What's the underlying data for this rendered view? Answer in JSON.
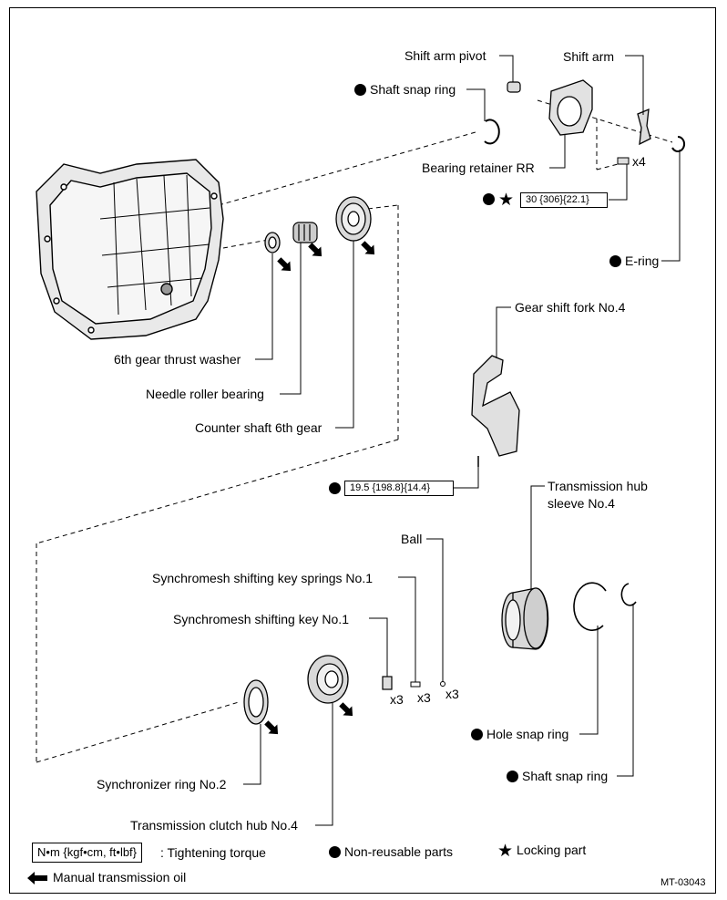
{
  "labels": {
    "shift_arm_pivot": "Shift arm pivot",
    "shift_arm": "Shift arm",
    "shaft_snap_ring_top": "Shaft snap ring",
    "bearing_retainer_rr": "Bearing retainer RR",
    "x4": "x4",
    "torque_bearing_retainer": "30 {306}{22.1}",
    "e_ring": "E-ring",
    "sixth_gear_thrust_washer": "6th gear thrust washer",
    "needle_roller_bearing": "Needle roller bearing",
    "counter_shaft_6th_gear": "Counter shaft 6th gear",
    "gear_shift_fork_no4": "Gear shift fork No.4",
    "torque_shift_fork": "19.5 {198.8}{14.4}",
    "transmission_hub_sleeve_line1": "Transmission hub",
    "transmission_hub_sleeve_line2": "sleeve No.4",
    "ball": "Ball",
    "key_springs": "Synchromesh shifting key springs No.1",
    "shifting_key": "Synchromesh shifting key No.1",
    "x3_key": "x3",
    "x3_spring": "x3",
    "x3_ball": "x3",
    "hole_snap_ring": "Hole snap ring",
    "shaft_snap_ring_bottom": "Shaft snap ring",
    "synchronizer_ring": "Synchronizer ring No.2",
    "clutch_hub": "Transmission clutch hub No.4"
  },
  "legend": {
    "torque_unit": "N•m {kgf•cm, ft•lbf}",
    "torque_desc": ": Tightening torque",
    "non_reusable": "Non-reusable parts",
    "locking": "Locking part",
    "oil": "Manual transmission oil"
  },
  "figure_code": "MT-03043"
}
